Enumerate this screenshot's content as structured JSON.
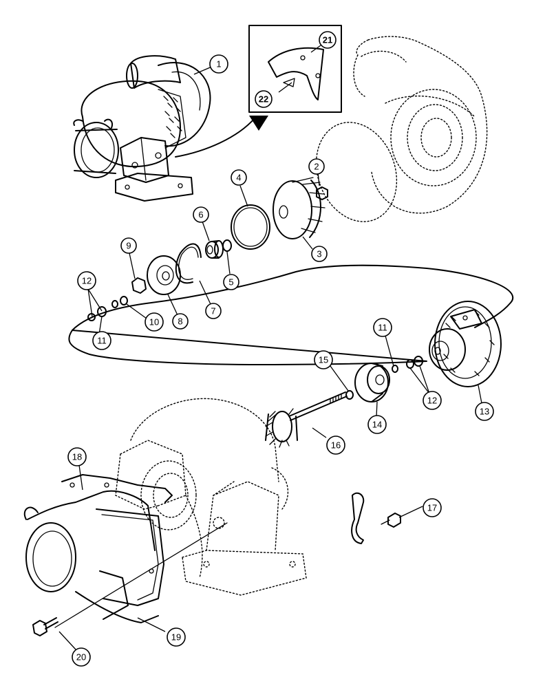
{
  "callouts": [
    {
      "id": "1",
      "label": "1"
    },
    {
      "id": "2",
      "label": "2"
    },
    {
      "id": "3",
      "label": "3"
    },
    {
      "id": "4",
      "label": "4"
    },
    {
      "id": "5",
      "label": "5"
    },
    {
      "id": "6",
      "label": "6"
    },
    {
      "id": "7",
      "label": "7"
    },
    {
      "id": "8",
      "label": "8"
    },
    {
      "id": "9",
      "label": "9"
    },
    {
      "id": "10",
      "label": "10"
    },
    {
      "id": "11a",
      "label": "11"
    },
    {
      "id": "12a",
      "label": "12"
    },
    {
      "id": "11b",
      "label": "11"
    },
    {
      "id": "12b",
      "label": "12"
    },
    {
      "id": "13",
      "label": "13"
    },
    {
      "id": "14",
      "label": "14"
    },
    {
      "id": "15",
      "label": "15"
    },
    {
      "id": "16",
      "label": "16"
    },
    {
      "id": "17",
      "label": "17"
    },
    {
      "id": "18",
      "label": "18"
    },
    {
      "id": "19",
      "label": "19"
    },
    {
      "id": "20",
      "label": "20"
    },
    {
      "id": "21",
      "label": "21"
    },
    {
      "id": "22",
      "label": "22"
    }
  ]
}
